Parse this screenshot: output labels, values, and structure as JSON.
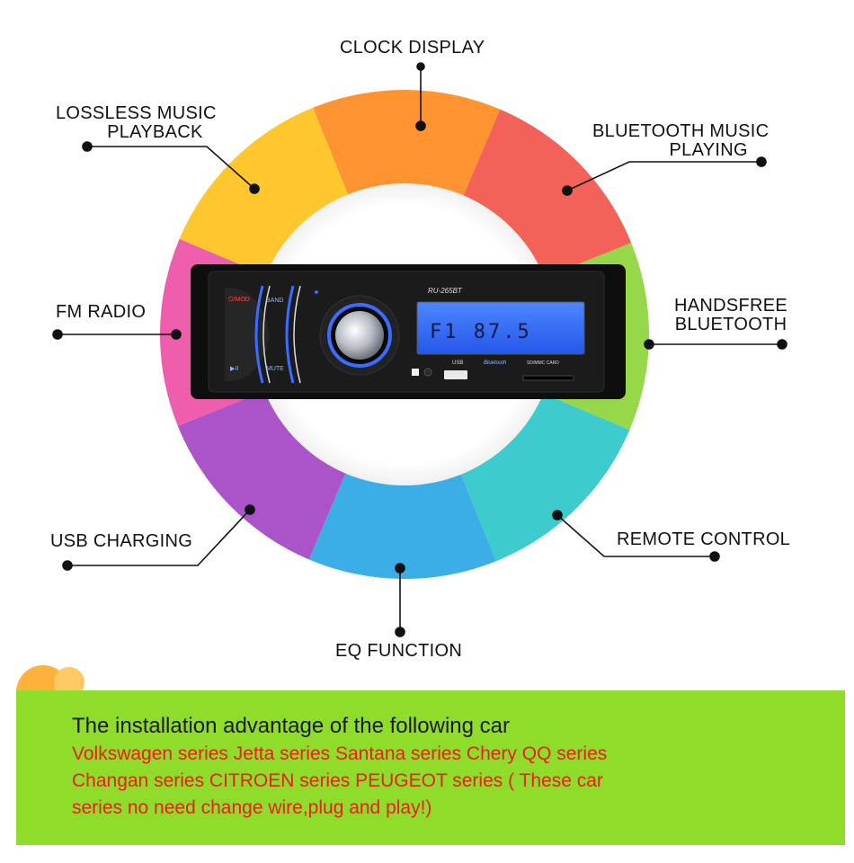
{
  "features": {
    "clock": "CLOCK DISPLAY",
    "lossless_1": "LOSSLESS MUSIC",
    "lossless_2": "PLAYBACK",
    "bt_music_1": "BLUETOOTH MUSIC",
    "bt_music_2": "PLAYING",
    "fm": "FM RADIO",
    "handsfree_1": "HANDSFREE",
    "handsfree_2": "BLUETOOTH",
    "usb": "USB CHARGING",
    "remote": "REMOTE CONTROL",
    "eq": "EQ FUNCTION"
  },
  "radio": {
    "model": "RU-265BT",
    "display": "F1  87.5",
    "mode_label": "⏻/MOD",
    "band_label": "BAND",
    "mute_label": "MUTE",
    "play_label": "▶II",
    "usb_label": "USB",
    "bt_label": "Bluetooth",
    "card_label": "SD/MMC CARD",
    "colors": {
      "body": "#141414",
      "lcd": "#2f6bff",
      "button_accent": "#3a6cff"
    }
  },
  "panel": {
    "headline": "The installation advantage of the following car",
    "line1": "Volkswagen series   Jetta series   Santana series   Chery QQ series",
    "line2": "Changan series   CITROEN series   PEUGEOT series  ( These car",
    "line3": "series no need change wire,plug and play!)",
    "colors": {
      "background": "#8fdc2a",
      "headline": "#1a1a1a",
      "text": "#e82010"
    }
  },
  "ring_colors": [
    "#ff8a1e",
    "#f2554a",
    "#8dd53a",
    "#2ec7c9",
    "#2aa7e6",
    "#a445c6",
    "#ee4fa6",
    "#ffc21c"
  ]
}
